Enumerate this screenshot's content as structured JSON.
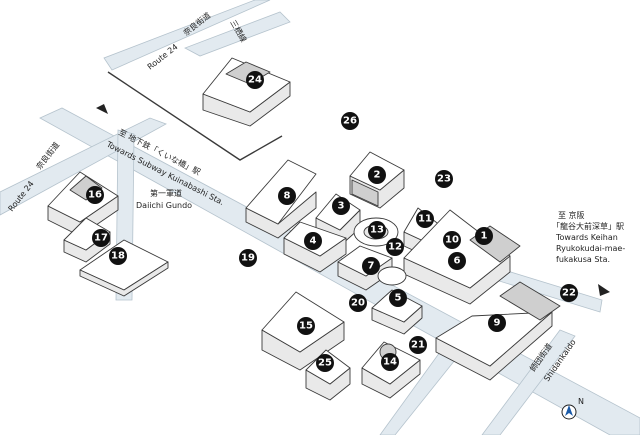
{
  "map": {
    "markers": [
      "1",
      "2",
      "3",
      "4",
      "5",
      "6",
      "7",
      "8",
      "9",
      "10",
      "11",
      "12",
      "13",
      "14",
      "15",
      "16",
      "17",
      "18",
      "19",
      "20",
      "21",
      "22",
      "23",
      "24",
      "25",
      "26"
    ],
    "roads": {
      "route24_top_name": "Route 24",
      "route24_top_jp": "奈良街道",
      "route24_left_name": "Route 24",
      "route24_left_jp": "奈良街道",
      "sanshin": "三栖線",
      "daiichi_jp": "第一軍道",
      "daiichi_en": "Daiichi Gundo",
      "shidankaido_jp": "師団街道",
      "shidankaido_en": "Shidankaido"
    },
    "destinations": {
      "subway_jp": "至 地下鉄「くいな橋」駅",
      "subway_en": "Towards Subway Kuinabashi Sta.",
      "keihan_line1": "至 京阪",
      "keihan_line2": "「龍谷大前深草」駅",
      "keihan_line3": "Towards Keihan",
      "keihan_line4": "Ryukokudai-mae-",
      "keihan_line5": "fukakusa Sta."
    },
    "compass": "N",
    "colors": {
      "road_fill": "#e2eaf0",
      "marker": "#111111"
    }
  }
}
